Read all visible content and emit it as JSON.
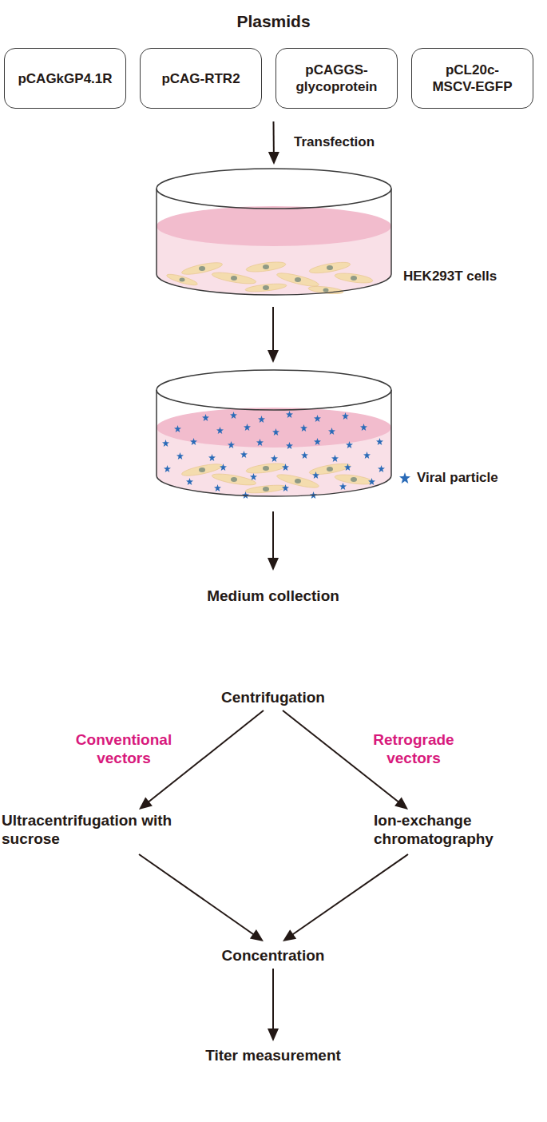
{
  "diagram": {
    "nodes": [
      {
        "text": [
          "Plasmids"
        ]
      },
      {
        "text": [
          "pCAGkGP4.1R"
        ],
        "in": 0
      },
      {
        "text": [
          "pCAG-RTR2"
        ],
        "in": 0
      },
      {
        "text": [
          "pCAGGS- glycoprotein"
        ],
        "in": 0
      },
      {
        "text": [
          "pCL20c- MSCV-EGFP"
        ],
        "in": 0
      },
      {
        "text": [
          "HEK293T cells"
        ]
      },
      {
        "text": [
          "Medium collection"
        ]
      },
      {
        "text": [
          "Centrifugation"
        ]
      },
      {
        "text": [
          "Ultracentrifugation with sucrose"
        ]
      },
      {
        "text": [
          "Ion-exchange chromatography"
        ]
      },
      {
        "text": [
          "Concentration"
        ]
      },
      {
        "text": [
          "Titer measurement"
        ]
      }
    ],
    "edges": [
      {
        "from": 0,
        "to": 5,
        "label": "Transfection",
        "arrow": "to"
      },
      {
        "from": 7,
        "to": 8,
        "label": "Conventional vectors",
        "arrow": "to"
      },
      {
        "from": 7,
        "to": 9,
        "label": "Retrograde vectors",
        "arrow": "to"
      },
      {
        "from": 8,
        "to": 10,
        "arrow": "to"
      },
      {
        "from": 9,
        "to": 10,
        "arrow": "to"
      },
      {
        "from": 10,
        "to": 11,
        "arrow": "to"
      }
    ],
    "legend": [
      {
        "text": "Viral particle"
      }
    ]
  }
}
